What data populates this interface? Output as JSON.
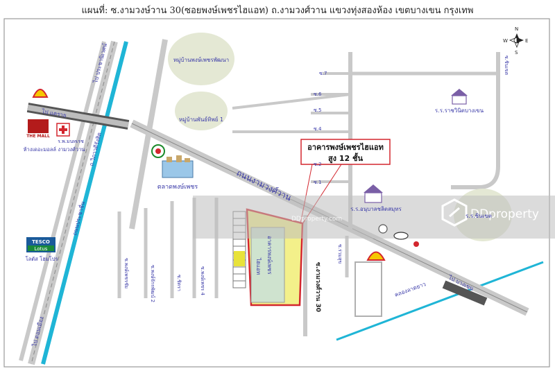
{
  "title": "แผนที่: ซ.งามวงษ์วาน 30(ซอยพงษ์เพชรไฮแอท) ถ.งามวงศ์วาน แขวงทุ่งสองห้อง เขตบางเขน กรุงเทพ",
  "compass": {
    "n": "N",
    "s": "S",
    "e": "E",
    "w": "W"
  },
  "roads": {
    "main": "ถนนงามวงศ์วาน",
    "to_khae_rai": "ไป แคราย",
    "to_bang_khen": "ไป บางเขน",
    "to_pracha_niwet": "ไป ประชานิเวศน์",
    "to_don_mueang": "ไป ดอนเมือง",
    "vibhavadi": "ถ.วิภาวดีรังสิต",
    "pracha_chuen": "ถนนประชาชื่น",
    "soi_30": "ซ.งามวงศ์วาน 30",
    "soi_phongphet_chai": "ซ.พงษ์เพชรชัย",
    "soi_phongphet_4": "ซ.พงษ์เพชร 4",
    "soi_phongphet_2": "ซ.พงษ์จักรพัฒน์ 2",
    "soi_chitra": "ซ.ชิตรา",
    "soi_ruamsuk": "ซ.ร่วมสุข",
    "soi_chinnaket": "ซ.ชินเขต",
    "canal": "คลองลาดยาว",
    "soi_numbers": [
      "ซ.7",
      "ซ.6",
      "ซ.5",
      "ซ.4",
      "ซ.2",
      "ซ.1"
    ]
  },
  "places": {
    "village_phongphet": "หมู่บ้านพงษ์เพชรพัฒนา",
    "village_phanthip": "หมู่บ้านพันธ์ทิพย์ 1",
    "school_ratchawinit": "ร.ร.ราชวินิตบางเขน",
    "school_anubal": "ร.ร.อนุบาลชลิตสมุทร",
    "school_chinnaket": "ร.ร.ชินเขต",
    "market": "ตลาดพงษ์เพชร",
    "hospital": "ร.พ.มนทเรช",
    "mall_brand": "THE MALL",
    "mall": "ห้างเดอะมอลล์ งามวงศ์วาน",
    "tesco": "TESCO",
    "lotus": "Lotus",
    "lotus_caption": "โลตัส โฮมโปร",
    "building_label": "ไฮแอท",
    "building_name": "อาคารพงษ์เพชร"
  },
  "callout": {
    "line1": "อาคารพงษ์เพชรไฮแอท",
    "line2": "สูง 12 ชั้น"
  },
  "watermark": {
    "brand": "DDproperty",
    "faint": "DDproperty.com"
  },
  "colors": {
    "road": "#c9c9c9",
    "road_edge": "#8a8a8a",
    "expressway": "#555555",
    "canal": "#1fb5d6",
    "label_blue": "#3a3aa8",
    "red": "#d3262e",
    "yellow": "#f3f08a",
    "green_circle": "#e4e8d4",
    "watermark_band": "#bdbdbd"
  }
}
